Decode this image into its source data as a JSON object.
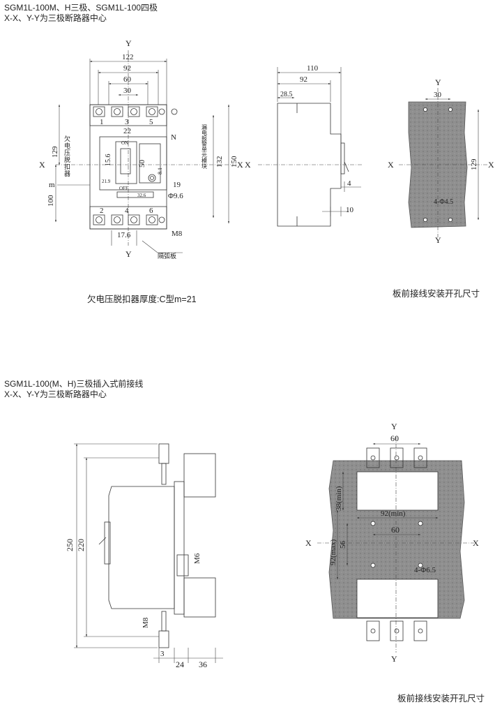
{
  "section1": {
    "title_line1": "SGM1L-100M、H三极、SGM1L-100四极",
    "title_line2": "X-X、Y-Y为三极断路器中心",
    "front_view": {
      "dims": {
        "w122": "122",
        "w92": "92",
        "w60": "60",
        "w30": "30",
        "w22": "22",
        "h15_6": "15.6",
        "h50": "50",
        "h8_1": "8.1",
        "h19": "19",
        "d9_6": "Φ9.6",
        "w21_9": "21.9",
        "w32_6": "32.6",
        "w17_6": "17.6",
        "h129": "129",
        "h100": "100",
        "h132": "132",
        "h150": "150",
        "m": "m",
        "m8": "M8"
      },
      "terminals_top": [
        "1",
        "3",
        "5"
      ],
      "terminals_bottom": [
        "2",
        "4",
        "6"
      ],
      "on_label": "ON",
      "off_label": "OFF",
      "n_label": "N",
      "undervoltage_label": "欠电压脱扣器",
      "leakage_label": "漏电报警单元模块",
      "arc_plate_label": "隔弧板",
      "axis_x": "X",
      "axis_y": "Y"
    },
    "side_view": {
      "dims": {
        "w110": "110",
        "w92": "92",
        "w28_5": "28.5",
        "w4": "4",
        "w10": "10"
      },
      "axis_x": "X"
    },
    "cutout_view": {
      "dims": {
        "w30": "30",
        "h129": "129",
        "holes": "4-Φ4.5"
      },
      "axis_x": "X",
      "axis_y": "Y"
    },
    "caption_left": "欠电压脱扣器厚度:C型m=21",
    "caption_right": "板前接线安装开孔尺寸"
  },
  "section2": {
    "title_line1": "SGM1L-100(M、H)三极插入式前接线",
    "title_line2": "X-X、Y-Y为三极断路器中心",
    "plugin_view": {
      "dims": {
        "h250": "250",
        "h220": "220",
        "m6": "M6",
        "m8": "M8",
        "w3": "3",
        "w24": "24",
        "w36": "36"
      }
    },
    "cutout_view": {
      "dims": {
        "w60_top": "60",
        "h38": "38(min)",
        "w92": "92(min)",
        "w60_mid": "60",
        "h56": "56",
        "h92": "92(max)",
        "holes": "4-Φ6.5"
      },
      "axis_x": "X",
      "axis_y": "Y"
    },
    "caption_right": "板前接线安装开孔尺寸"
  }
}
